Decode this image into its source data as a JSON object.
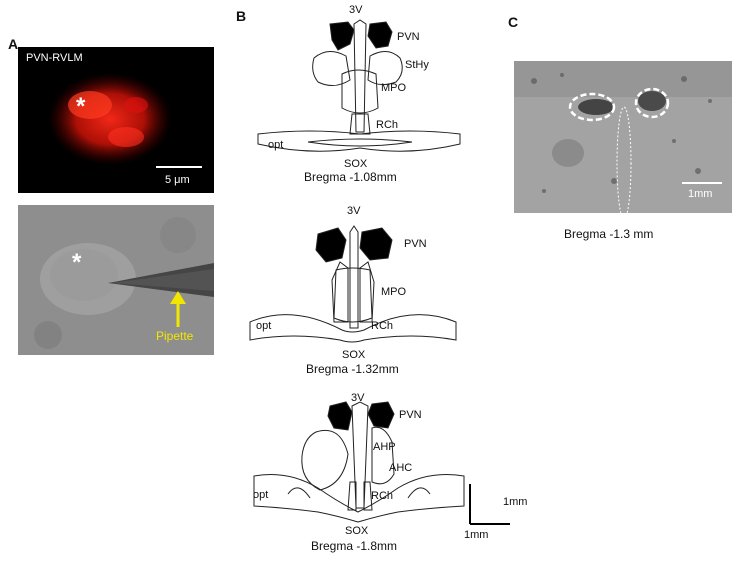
{
  "panels": {
    "A": {
      "label": "A",
      "top_image_title": "PVN-RVLM",
      "asterisk": "*",
      "scale_text": "5 μm",
      "pipette_label": "Pipette"
    },
    "B": {
      "label": "B",
      "section1": {
        "three_v": "3V",
        "pvn": "PVN",
        "sthy": "StHy",
        "mpo": "MPO",
        "rch": "RCh",
        "opt": "opt",
        "sox": "SOX",
        "bregma": "Bregma -1.08mm"
      },
      "section2": {
        "three_v": "3V",
        "pvn": "PVN",
        "mpo": "MPO",
        "rch": "RCh",
        "opt": "opt",
        "sox": "SOX",
        "bregma": "Bregma -1.32mm"
      },
      "section3": {
        "three_v": "3V",
        "pvn": "PVN",
        "ahp": "AHP",
        "ahc": "AHC",
        "rch": "RCh",
        "opt": "opt",
        "sox": "SOX",
        "bregma": "Bregma -1.8mm"
      },
      "scale_v": "1mm",
      "scale_h": "1mm"
    },
    "C": {
      "label": "C",
      "scale_text": "1mm",
      "bregma": "Bregma -1.3 mm"
    }
  },
  "colors": {
    "fluorescence": "#e01010",
    "pipette_arrow": "#f2e600"
  }
}
